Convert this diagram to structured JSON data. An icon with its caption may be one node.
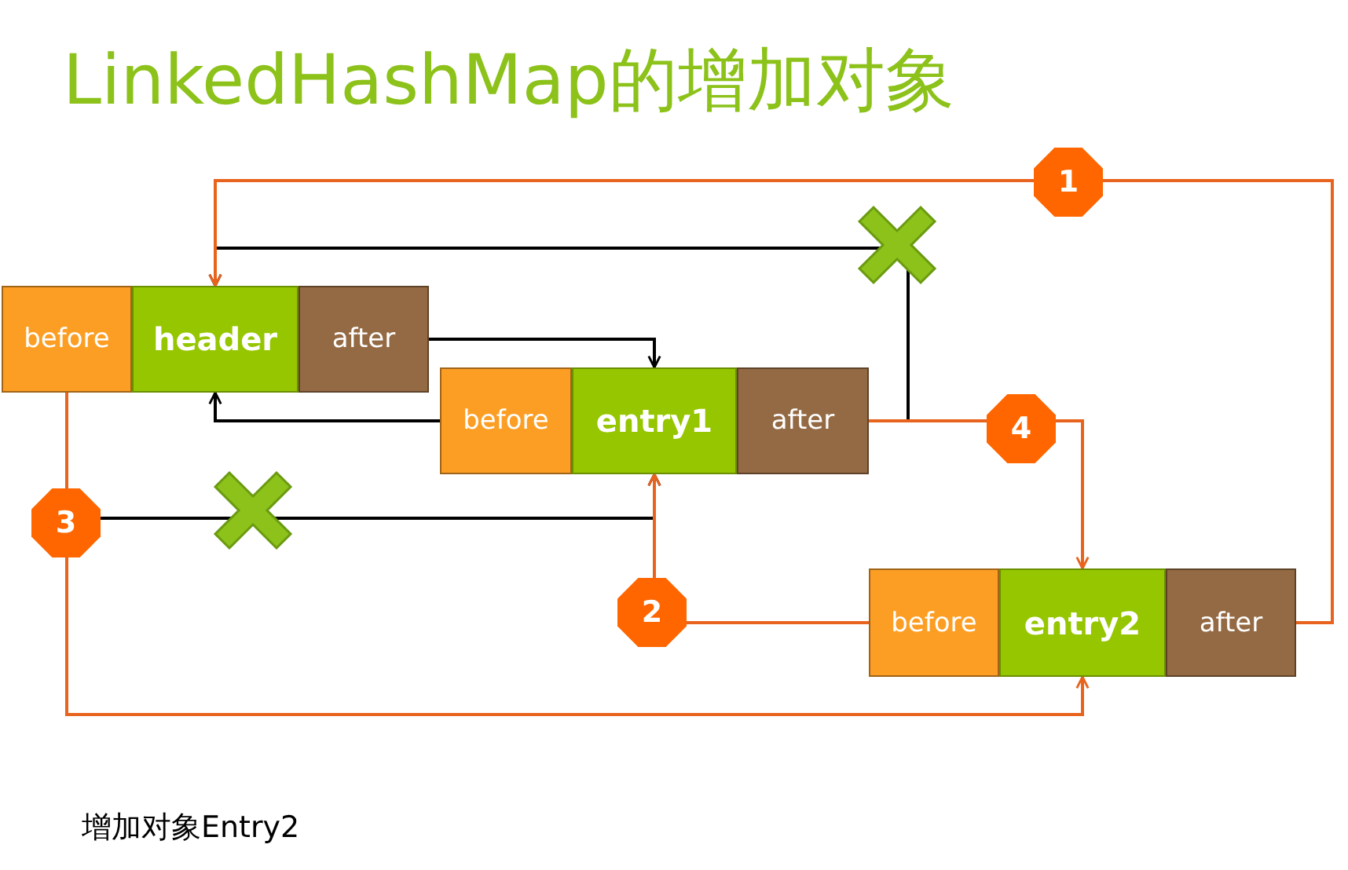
{
  "diagram": {
    "title": "LinkedHashMap的增加对象",
    "caption": "增加对象Entry2",
    "nodes": [
      {
        "text": [
          "before"
        ]
      },
      {
        "text": [
          "header"
        ]
      },
      {
        "text": [
          "after"
        ]
      },
      {
        "text": [
          "before"
        ]
      },
      {
        "text": [
          "entry1"
        ]
      },
      {
        "text": [
          "after"
        ]
      },
      {
        "text": [
          "before"
        ]
      },
      {
        "text": [
          "entry2"
        ]
      },
      {
        "text": [
          "after"
        ]
      }
    ],
    "edges": [
      {
        "from": 2,
        "to": 4,
        "arrow": "to"
      },
      {
        "from": 3,
        "to": 1,
        "arrow": "to"
      },
      {
        "from": 5,
        "to": 1,
        "arrow": "to"
      },
      {
        "from": 0,
        "to": 4,
        "arrow": "to"
      },
      {
        "from": 8,
        "to": 1,
        "arrow": "to",
        "label": "1",
        "color": "#e8641e"
      },
      {
        "from": 6,
        "to": 4,
        "arrow": "to",
        "label": "2",
        "color": "#e8641e"
      },
      {
        "from": 0,
        "to": 7,
        "arrow": "to",
        "label": "3",
        "color": "#e8641e"
      },
      {
        "from": 5,
        "to": 7,
        "arrow": "to",
        "label": "4",
        "color": "#e8641e"
      }
    ]
  }
}
